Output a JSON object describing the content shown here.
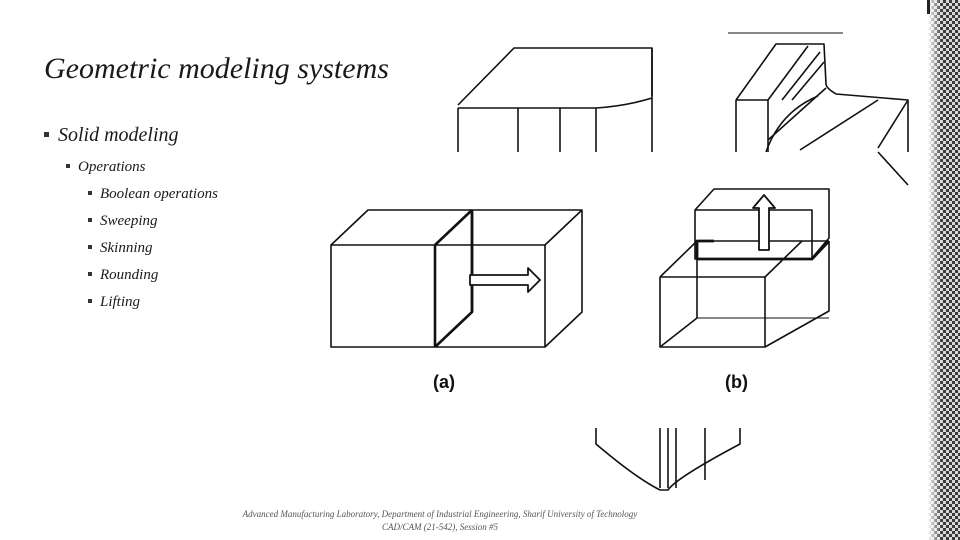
{
  "slide": {
    "title": "Geometric modeling systems",
    "bullets": {
      "level1": "Solid modeling",
      "level2": "Operations",
      "level3": [
        "Boolean operations",
        "Sweeping",
        "Skinning",
        "Rounding",
        "Lifting"
      ]
    },
    "figure": {
      "label_a": "(a)",
      "label_b": "(b)"
    },
    "footer": {
      "line1": "Advanced Manufacturing Laboratory, Department of Industrial Engineering, Sharif University of Technology",
      "line2": "CAD/CAM (21-542), Session #5"
    }
  }
}
